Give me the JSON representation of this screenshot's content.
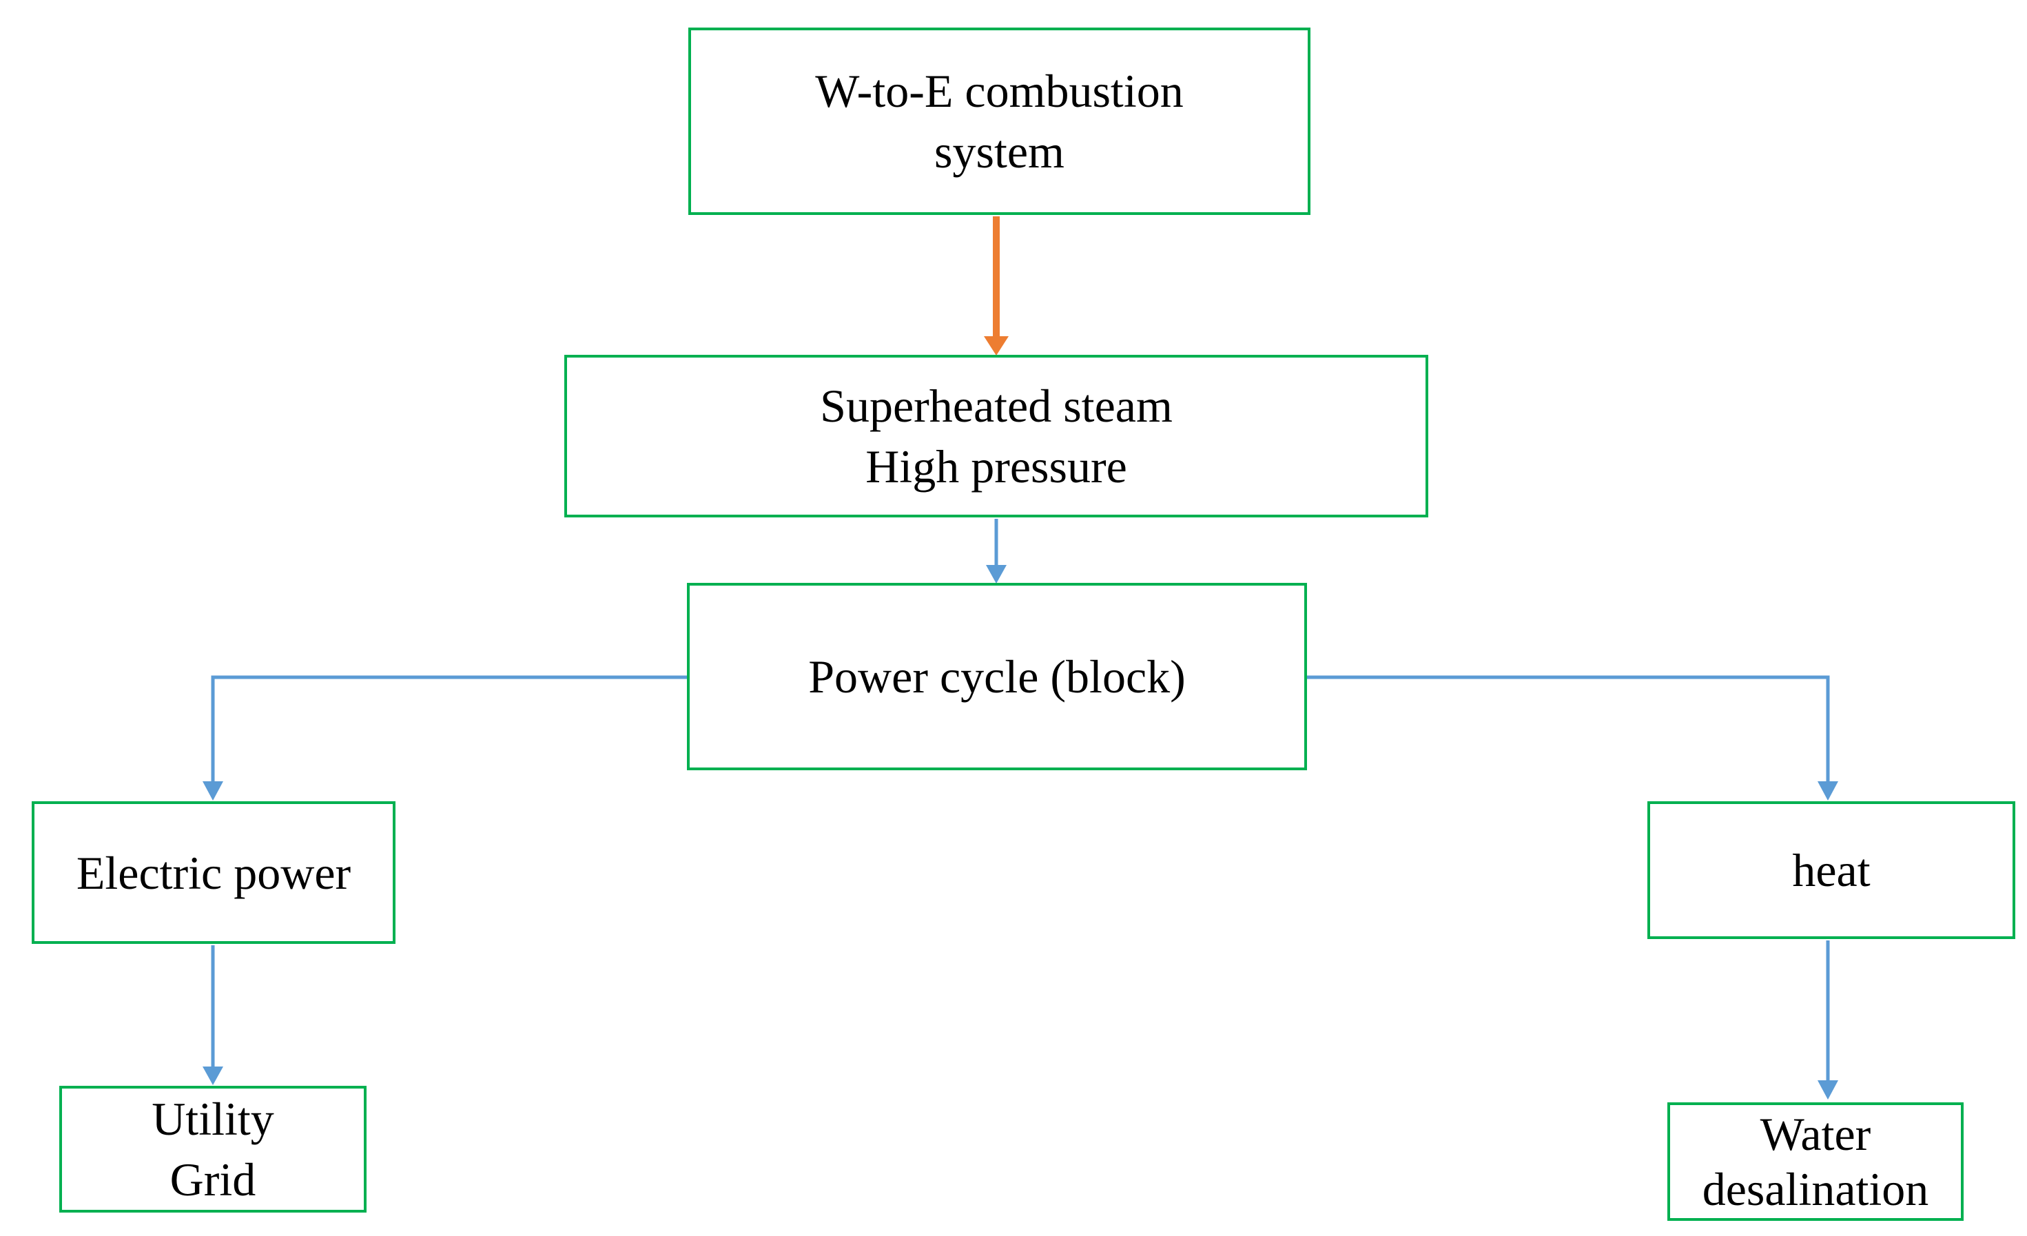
{
  "diagram": {
    "nodes": {
      "combustion": {
        "label": "W-to-E combustion\nsystem"
      },
      "steam": {
        "label": "Superheated steam\nHigh pressure"
      },
      "power_cycle": {
        "label": "Power cycle (block)"
      },
      "electric_power": {
        "label": "Electric power"
      },
      "utility_grid": {
        "label": "Utility\nGrid"
      },
      "heat": {
        "label": "heat"
      },
      "water_desalination": {
        "label": "Water\ndesalination"
      }
    },
    "edges": [
      {
        "from": "combustion",
        "to": "steam",
        "color": "#ED7D31",
        "style": "thick-straight-down"
      },
      {
        "from": "steam",
        "to": "power_cycle",
        "color": "#5B9BD5",
        "style": "straight-down"
      },
      {
        "from": "power_cycle",
        "to": "electric_power",
        "color": "#5B9BD5",
        "style": "elbow-left-down"
      },
      {
        "from": "power_cycle",
        "to": "heat",
        "color": "#5B9BD5",
        "style": "elbow-right-down"
      },
      {
        "from": "electric_power",
        "to": "utility_grid",
        "color": "#5B9BD5",
        "style": "straight-down"
      },
      {
        "from": "heat",
        "to": "water_desalination",
        "color": "#5B9BD5",
        "style": "straight-down"
      }
    ],
    "colors": {
      "box_border": "#00B050",
      "box_fill": "#FFFFFF",
      "text": "#000000",
      "arrow_primary_orange": "#ED7D31",
      "arrow_secondary_blue": "#5B9BD5",
      "background": "#FFFFFF"
    }
  }
}
